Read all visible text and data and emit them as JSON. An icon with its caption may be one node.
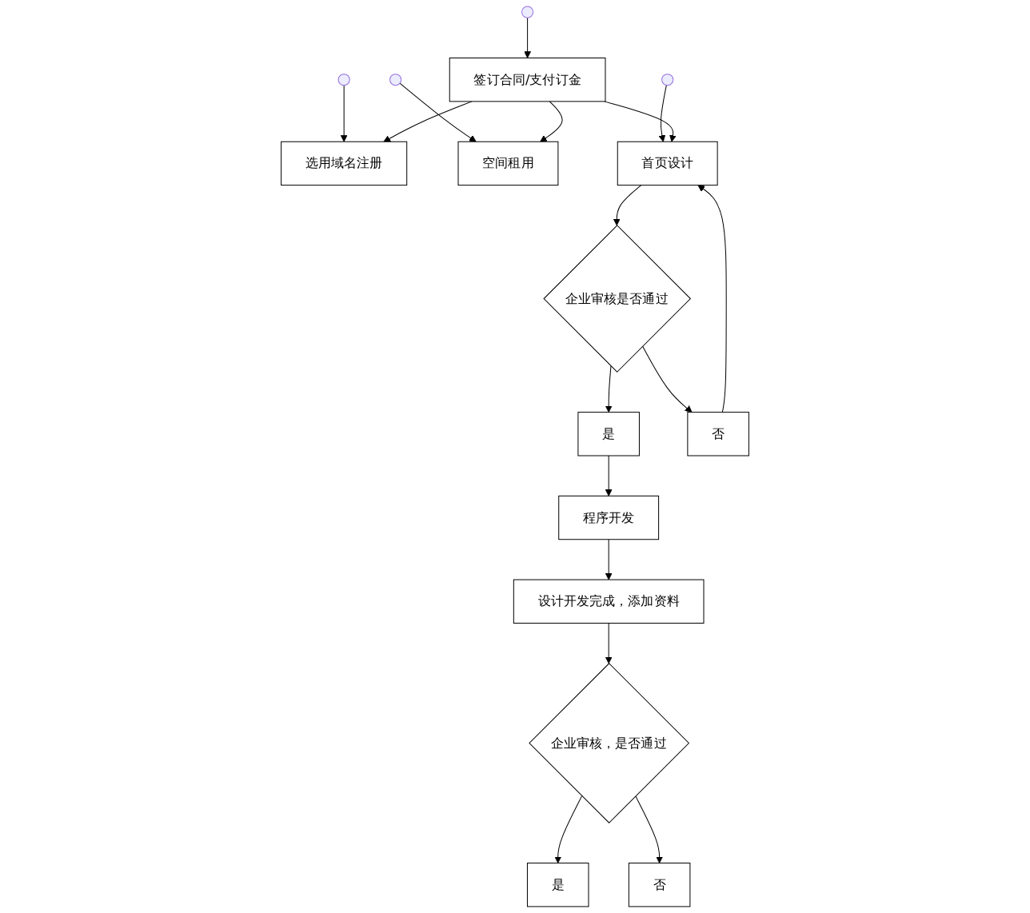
{
  "diagram": {
    "nodes": [
      {
        "text": [
          "签订合同/支付订金"
        ]
      },
      {
        "text": [
          "选用域名注册"
        ]
      },
      {
        "text": [
          "空间租用"
        ]
      },
      {
        "text": [
          "首页设计"
        ]
      },
      {
        "text": [
          "企业审核是否通过"
        ]
      },
      {
        "text": [
          "是"
        ]
      },
      {
        "text": [
          "否"
        ]
      },
      {
        "text": [
          "程序开发"
        ]
      },
      {
        "text": [
          "设计开发完成，添加资料"
        ]
      },
      {
        "text": [
          "企业审核，是否通过"
        ]
      },
      {
        "text": [
          "是"
        ]
      },
      {
        "text": [
          "否"
        ]
      }
    ],
    "edges": [
      {
        "from": null,
        "to": 0,
        "arrow": "to"
      },
      {
        "from": null,
        "to": 1,
        "arrow": "to"
      },
      {
        "from": null,
        "to": 2,
        "arrow": "to"
      },
      {
        "from": null,
        "to": 3,
        "arrow": "to"
      },
      {
        "from": 0,
        "to": 1,
        "arrow": "to"
      },
      {
        "from": 0,
        "to": 2,
        "arrow": "to"
      },
      {
        "from": 0,
        "to": 3,
        "arrow": "to"
      },
      {
        "from": 3,
        "to": 4,
        "arrow": "to"
      },
      {
        "from": 4,
        "to": 5,
        "arrow": "to"
      },
      {
        "from": 4,
        "to": 6,
        "arrow": "to"
      },
      {
        "from": 6,
        "to": 3,
        "arrow": "to"
      },
      {
        "from": 5,
        "to": 7,
        "arrow": "to"
      },
      {
        "from": 7,
        "to": 8,
        "arrow": "to"
      },
      {
        "from": 8,
        "to": 9,
        "arrow": "to"
      },
      {
        "from": 9,
        "to": 10,
        "arrow": "to"
      },
      {
        "from": 9,
        "to": 11,
        "arrow": "to"
      }
    ]
  }
}
